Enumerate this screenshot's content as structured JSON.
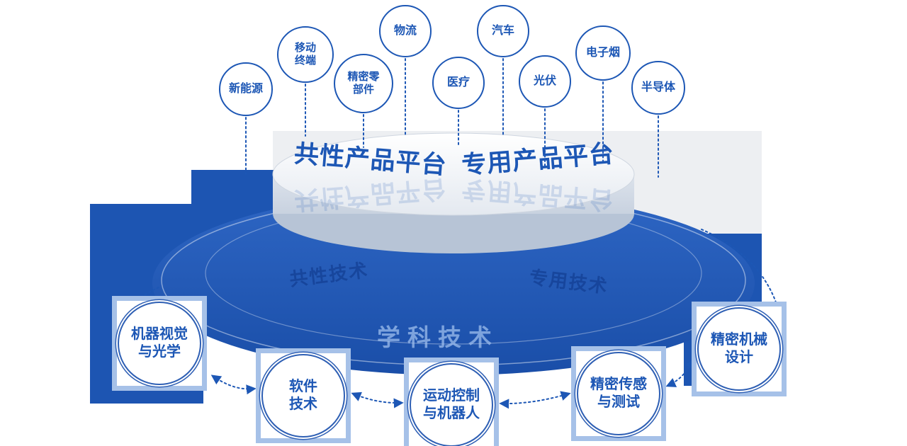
{
  "platform": {
    "title_left": "共性产品平台",
    "title_right": "专用产品平台"
  },
  "ring_labels": {
    "left": "共性技术",
    "right": "专用技术",
    "bottom": "学科技术"
  },
  "industries": [
    {
      "label": "新能源"
    },
    {
      "label": "移动\n终端"
    },
    {
      "label": "精密零\n部件"
    },
    {
      "label": "物流"
    },
    {
      "label": "医疗"
    },
    {
      "label": "汽车"
    },
    {
      "label": "光伏"
    },
    {
      "label": "电子烟"
    },
    {
      "label": "半导体"
    }
  ],
  "technologies": [
    {
      "label": "机器视觉\n与光学"
    },
    {
      "label": "软件\n技术"
    },
    {
      "label": "运动控制\n与机器人"
    },
    {
      "label": "精密传感\n与测试"
    },
    {
      "label": "精密机械\n设计"
    }
  ],
  "colors": {
    "primary_blue": "#1d57b5",
    "disk_blue": "#1d55b2",
    "frame_light_blue": "#a6c1e8",
    "panel_gray": "#edeff2"
  }
}
